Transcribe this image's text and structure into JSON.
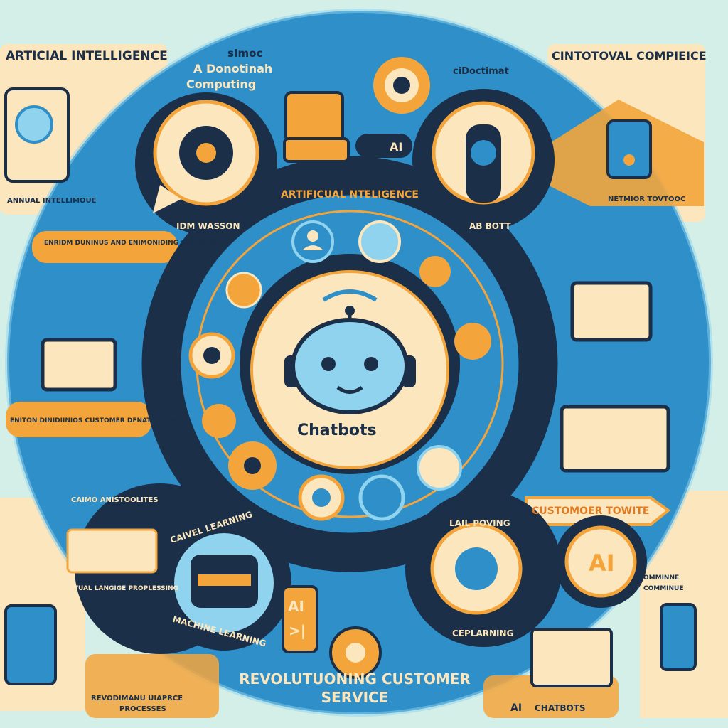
{
  "colors": {
    "background": "#d3efe8",
    "blue": "#2f8fc8",
    "navy": "#1b2f48",
    "orange": "#f3a53c",
    "cream": "#fbe6bd",
    "light_blue": "#8fd3ee"
  },
  "center": {
    "title": "Chatbots",
    "icon": "robot-face-icon"
  },
  "ring_label_top": "ARTIFICUAL NTELIGENCE",
  "top_left_panel": {
    "title": "ARTICIAL INTELLIGENCE",
    "footer": "ANNUAL INTELLIMOUE"
  },
  "top_right_panel": {
    "title": "CINTOTOVAL COMPIEICE",
    "footer": "NETMIOR TOVTOOC"
  },
  "top_center": {
    "line1": "sImoc",
    "line2": "A Donotinah",
    "line3": "Computing",
    "right": "ciDoctimat",
    "ai_badge": "AI"
  },
  "nodes": {
    "ibm": "IDM WASSON",
    "abbott": "AB BOTT",
    "caivel": "CAIVEL LEARNING",
    "ml": "MACHINE LEARNING",
    "nlp_top": "CAIMO ANISTOOLITES",
    "nlp": "NATUAL LANGIGE PROPLESSING",
    "lail": "LAIL POVING",
    "deep": "CEPLARNING",
    "ai_medal": "AI",
    "phone_ai": "AI",
    "phone_prompt": ">|"
  },
  "left_labels": {
    "banner1": "ENRIDM DUNINUS AND ENIMONIDING COMUNICHES",
    "banner2": "ENITON DINIDIINIOS CUSTOMER DFNATION ENIILE"
  },
  "right_labels": {
    "arrow_banner": "CUSTOMOER TOWITE",
    "small1": "OMMINNE",
    "small2": "COMMINUE"
  },
  "bottom": {
    "title": "REVOLUTUONING CUSTOMER SERVICE",
    "left_box": "REVODIMANU UIAPRCE",
    "left_box2": "PROCESSES",
    "right_box_ai": "AI",
    "right_box": "CHATBOTS"
  }
}
